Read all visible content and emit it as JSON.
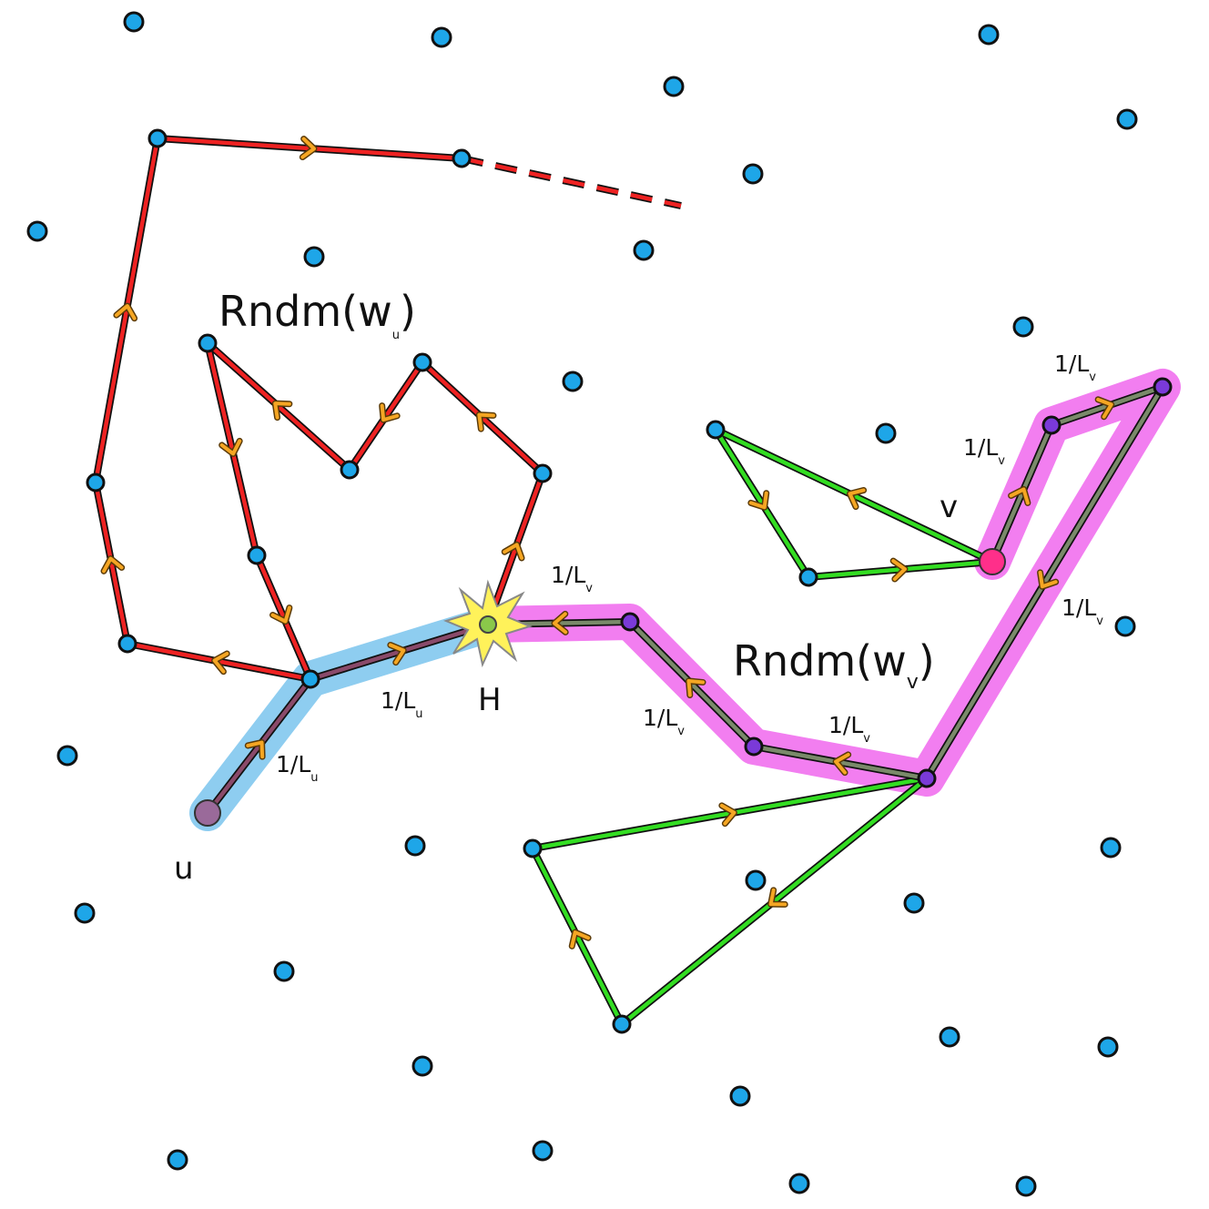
{
  "labels": {
    "rndm_u_main": "Rndm(w",
    "rndm_u_sub": "u",
    "rndm_u_close": ")",
    "rndm_v_main": "Rndm(w",
    "rndm_v_sub": "v",
    "rndm_v_close": ")",
    "node_u": "u",
    "node_v": "v",
    "node_h": "H",
    "weight_u_main": "1/L",
    "weight_u_sub": "u",
    "weight_v_main": "1/L",
    "weight_v_sub": "v"
  },
  "colors": {
    "walk_u": "#ee2222",
    "walk_v": "#33dd22",
    "path_u_highlight": "#8ecdf0",
    "path_v_highlight": "#f27ef0",
    "node_fill": "#1ea6e8",
    "arrow": "#f5a623",
    "meet_star": "#fff25a"
  },
  "icons": {
    "meeting_point": "collision-star-icon"
  }
}
